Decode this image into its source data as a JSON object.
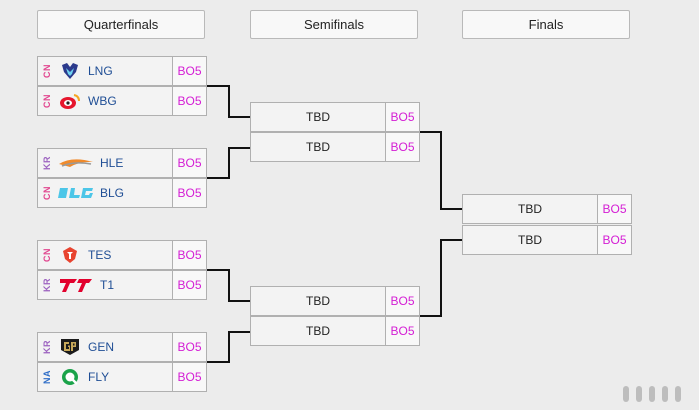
{
  "stages": {
    "quarterfinals": "Quarterfinals",
    "semifinals": "Semifinals",
    "finals": "Finals"
  },
  "quarterfinals": [
    {
      "region": "CN",
      "region_color": "#e1468f",
      "team": "LNG",
      "logo": "lng-logo",
      "format": "BO5"
    },
    {
      "region": "CN",
      "region_color": "#e1468f",
      "team": "WBG",
      "logo": "wbg-logo",
      "format": "BO5"
    },
    {
      "region": "KR",
      "region_color": "#9c62c0",
      "team": "HLE",
      "logo": "hle-logo",
      "format": "BO5"
    },
    {
      "region": "CN",
      "region_color": "#e1468f",
      "team": "BLG",
      "logo": "blg-logo",
      "format": "BO5"
    },
    {
      "region": "CN",
      "region_color": "#e1468f",
      "team": "TES",
      "logo": "tes-logo",
      "format": "BO5"
    },
    {
      "region": "KR",
      "region_color": "#9c62c0",
      "team": "T1",
      "logo": "t1-logo",
      "format": "BO5"
    },
    {
      "region": "KR",
      "region_color": "#9c62c0",
      "team": "GEN",
      "logo": "gen-logo",
      "format": "BO5"
    },
    {
      "region": "NA",
      "region_color": "#2f6ec7",
      "team": "FLY",
      "logo": "fly-logo",
      "format": "BO5"
    }
  ],
  "semifinals": [
    {
      "team": "TBD",
      "format": "BO5"
    },
    {
      "team": "TBD",
      "format": "BO5"
    },
    {
      "team": "TBD",
      "format": "BO5"
    },
    {
      "team": "TBD",
      "format": "BO5"
    }
  ],
  "finals": [
    {
      "team": "TBD",
      "format": "BO5"
    },
    {
      "team": "TBD",
      "format": "BO5"
    }
  ],
  "colors": {
    "format": "#d41dd4",
    "team": "#1f4e95",
    "connector": "#111111"
  }
}
